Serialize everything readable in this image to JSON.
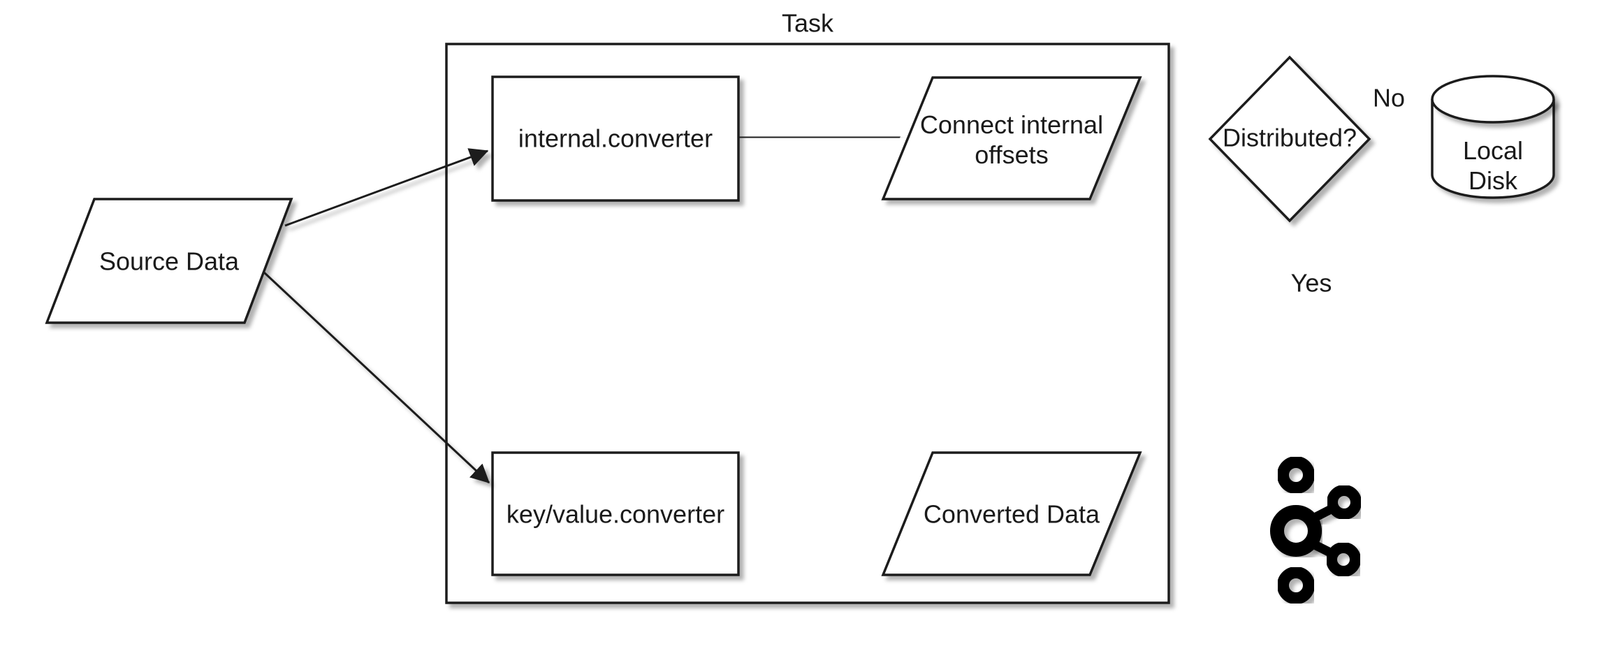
{
  "diagram": {
    "container": {
      "label": "Task"
    },
    "nodes": {
      "source_data": {
        "label": "Source Data",
        "shape": "parallelogram"
      },
      "internal_converter": {
        "label": "internal.converter",
        "shape": "rectangle"
      },
      "connect_internal_offsets": {
        "line1": "Connect internal",
        "line2": "offsets",
        "shape": "parallelogram"
      },
      "key_value_converter": {
        "label": "key/value.converter",
        "shape": "rectangle"
      },
      "converted_data": {
        "label": "Converted Data",
        "shape": "parallelogram"
      },
      "distributed_decision": {
        "label": "Distributed?",
        "shape": "diamond"
      },
      "local_disk": {
        "line1": "Local",
        "line2": "Disk",
        "shape": "cylinder"
      },
      "kafka_target": {
        "icon": "kafka-icon"
      }
    },
    "edge_labels": {
      "no": "No",
      "yes": "Yes"
    },
    "colors": {
      "stroke": "#1f1f1f",
      "text": "#1a1a1a",
      "background": "#ffffff",
      "shadow": "rgba(0,0,0,0.3)"
    }
  }
}
